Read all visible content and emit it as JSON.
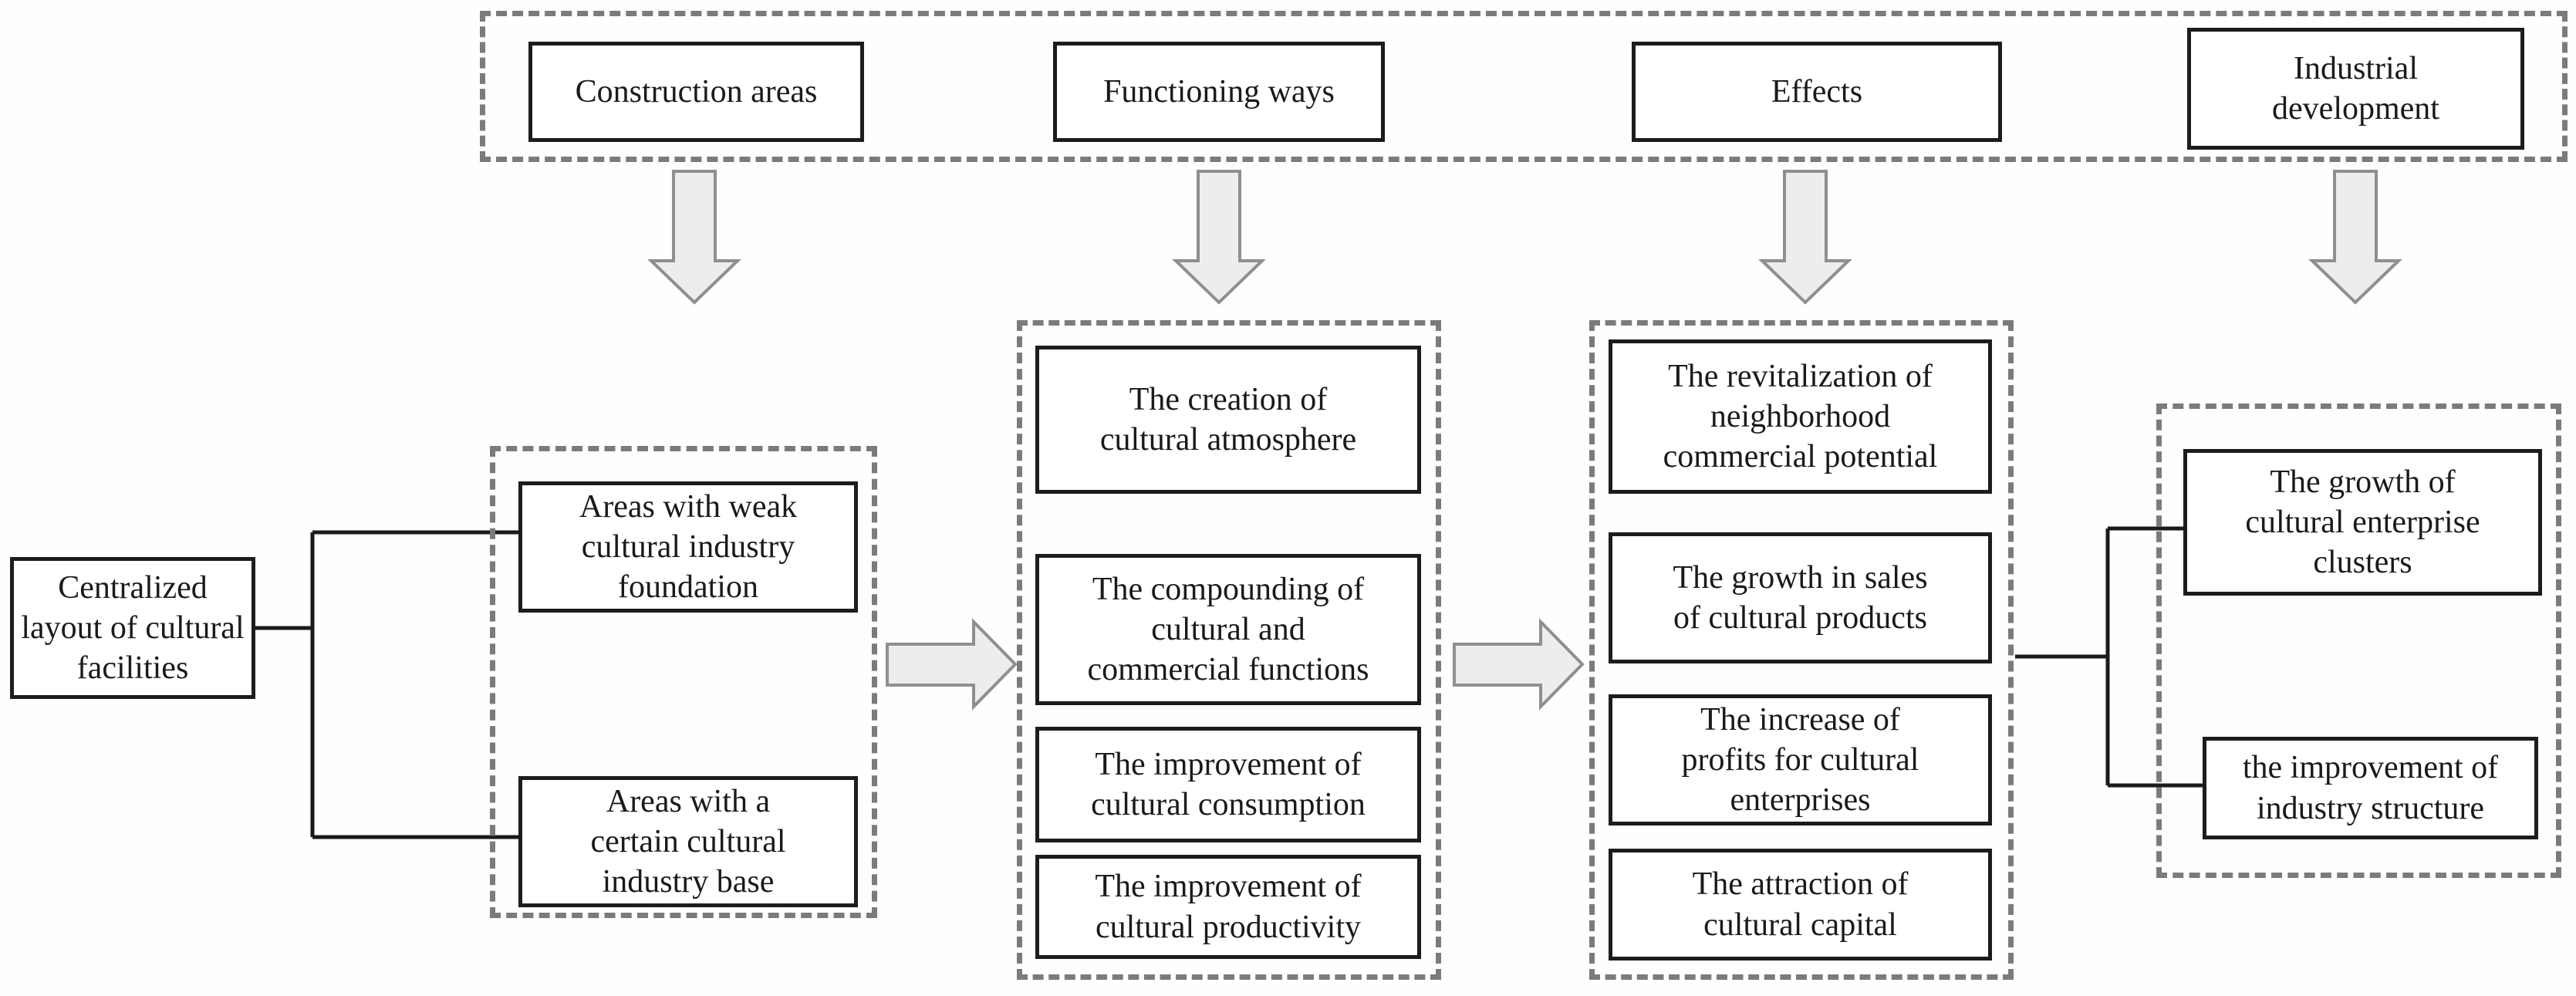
{
  "colors": {
    "line": "#1a1a1a",
    "box_border": "#1c1c1c",
    "dashed_border": "#7b7b7b",
    "arrow_fill": "#ededed",
    "arrow_stroke": "#8f8f8f",
    "background": "#ffffff"
  },
  "header": {
    "construction_areas": "Construction areas",
    "functioning_ways": "Functioning ways",
    "effects": "Effects",
    "industrial_development": "Industrial\ndevelopment"
  },
  "left": {
    "centralized_layout": "Centralized\nlayout of cultural\nfacilities"
  },
  "columns": {
    "construction_areas": {
      "items": [
        "Areas with weak\ncultural industry\nfoundation",
        "Areas with a\ncertain cultural\nindustry base"
      ]
    },
    "functioning_ways": {
      "items": [
        "The creation of\ncultural atmosphere",
        "The compounding of\ncultural and\ncommercial functions",
        "The improvement of\ncultural consumption",
        "The improvement of\ncultural productivity"
      ]
    },
    "effects": {
      "items": [
        "The revitalization of\nneighborhood\ncommercial potential",
        "The growth in sales\nof cultural products",
        "The increase of\nprofits for cultural\nenterprises",
        "The attraction of\ncultural capital"
      ]
    },
    "industrial_development": {
      "items": [
        "The growth of\ncultural enterprise\nclusters",
        "the improvement of\nindustry structure"
      ]
    }
  }
}
